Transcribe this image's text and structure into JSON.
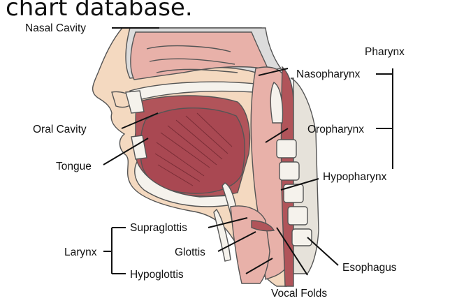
{
  "caption": "chart database.",
  "labels": {
    "nasal_cavity": "Nasal Cavity",
    "pharynx": "Pharynx",
    "nasopharynx": "Nasopharynx",
    "oral_cavity": "Oral Cavity",
    "oropharynx": "Oropharynx",
    "tongue": "Tongue",
    "hypopharynx": "Hypopharynx",
    "supraglottis": "Supraglottis",
    "larynx": "Larynx",
    "glottis": "Glottis",
    "hypoglottis": "Hypoglottis",
    "esophagus": "Esophagus",
    "vocal_folds": "Vocal Folds"
  },
  "colors": {
    "skin": "#f4d9c0",
    "mucosa": "#e8b1a9",
    "tissue_dark": "#b1545a",
    "tongue": "#a94852",
    "bone": "#f5f2ec",
    "cartilage": "#e6e2da",
    "outline": "#555555"
  }
}
